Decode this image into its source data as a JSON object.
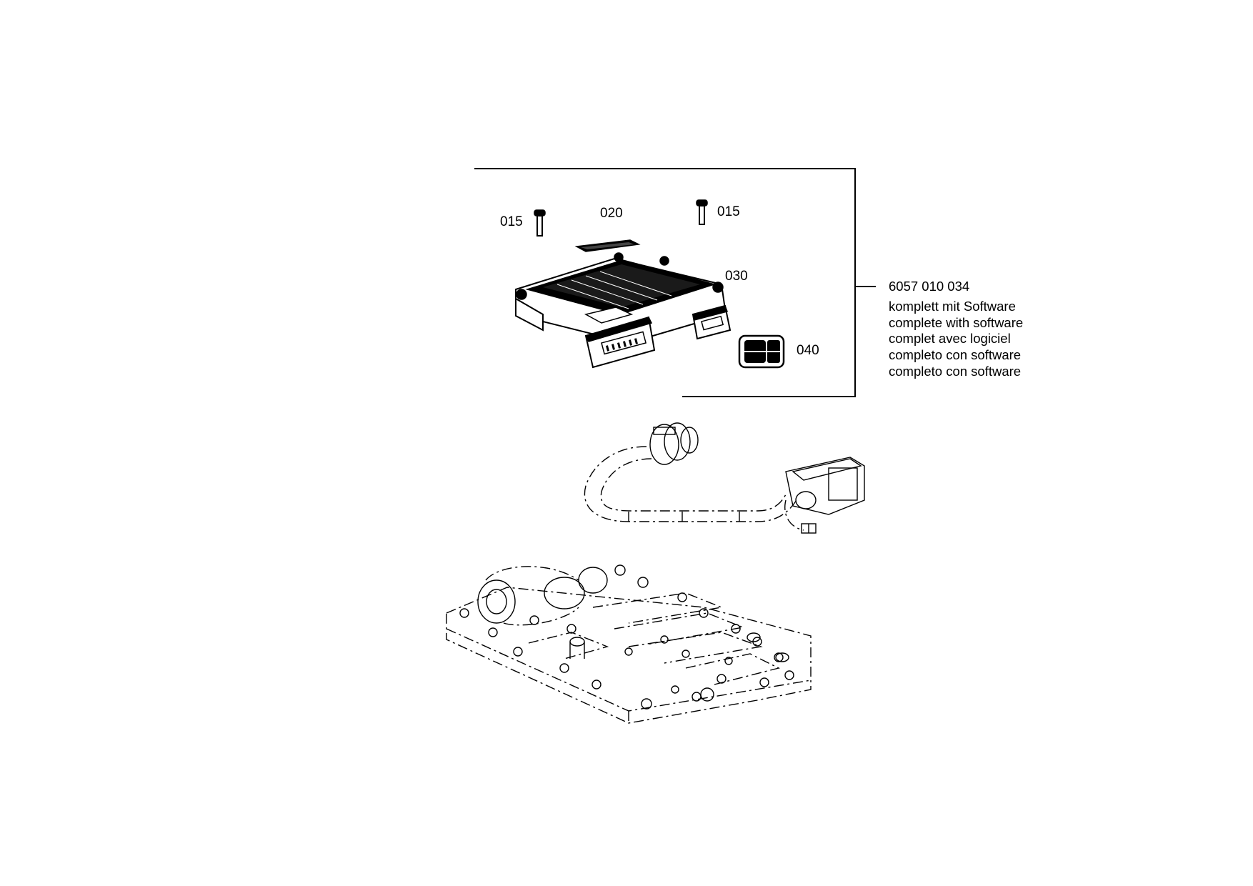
{
  "callouts": {
    "screw_left": "015",
    "label_plate": "020",
    "screw_right": "015",
    "control_unit": "030",
    "connector": "040"
  },
  "assembly": {
    "part_number": "6057 010 034",
    "descriptions": [
      "komplett mit Software",
      "complete with software",
      "complet avec logiciel",
      "completo con software",
      "completo con software"
    ]
  }
}
